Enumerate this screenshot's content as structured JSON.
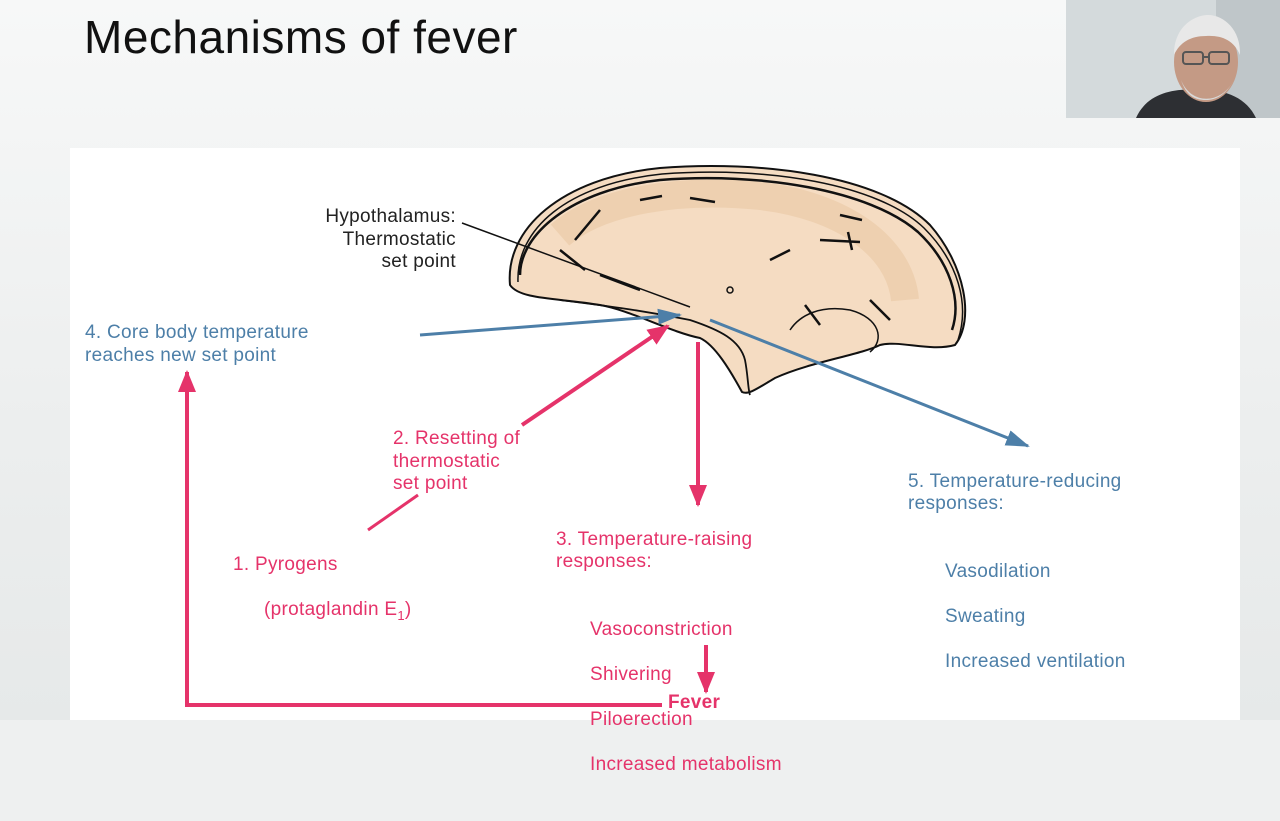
{
  "slide": {
    "title": "Mechanisms of fever"
  },
  "diagram": {
    "hypothalamus_label": "Hypothalamus:\nThermostatic\nset point",
    "step4": "4. Core body temperature\nreaches new set point",
    "step2": "2. Resetting of\nthermostatic\nset point",
    "step1_line1": "1. Pyrogens",
    "step1_line2_prefix": "(protaglandin E",
    "step1_subscript": "1",
    "step1_line2_suffix": ")",
    "step3_heading": "3. Temperature-raising\nresponses:",
    "step3_items": [
      "Vasoconstriction",
      "Shivering",
      "Piloerection",
      "Increased metabolism"
    ],
    "step5_heading": "5. Temperature-reducing\nresponses:",
    "step5_items": [
      "Vasodilation",
      "Sweating",
      "Increased ventilation"
    ],
    "fever_label": "Fever"
  },
  "colors": {
    "blue": "#4d7fa8",
    "red": "#e5336a",
    "black": "#222222",
    "brain_fill": "#f5dcc2"
  },
  "icons": {
    "webcam": "presenter-webcam-feed"
  }
}
